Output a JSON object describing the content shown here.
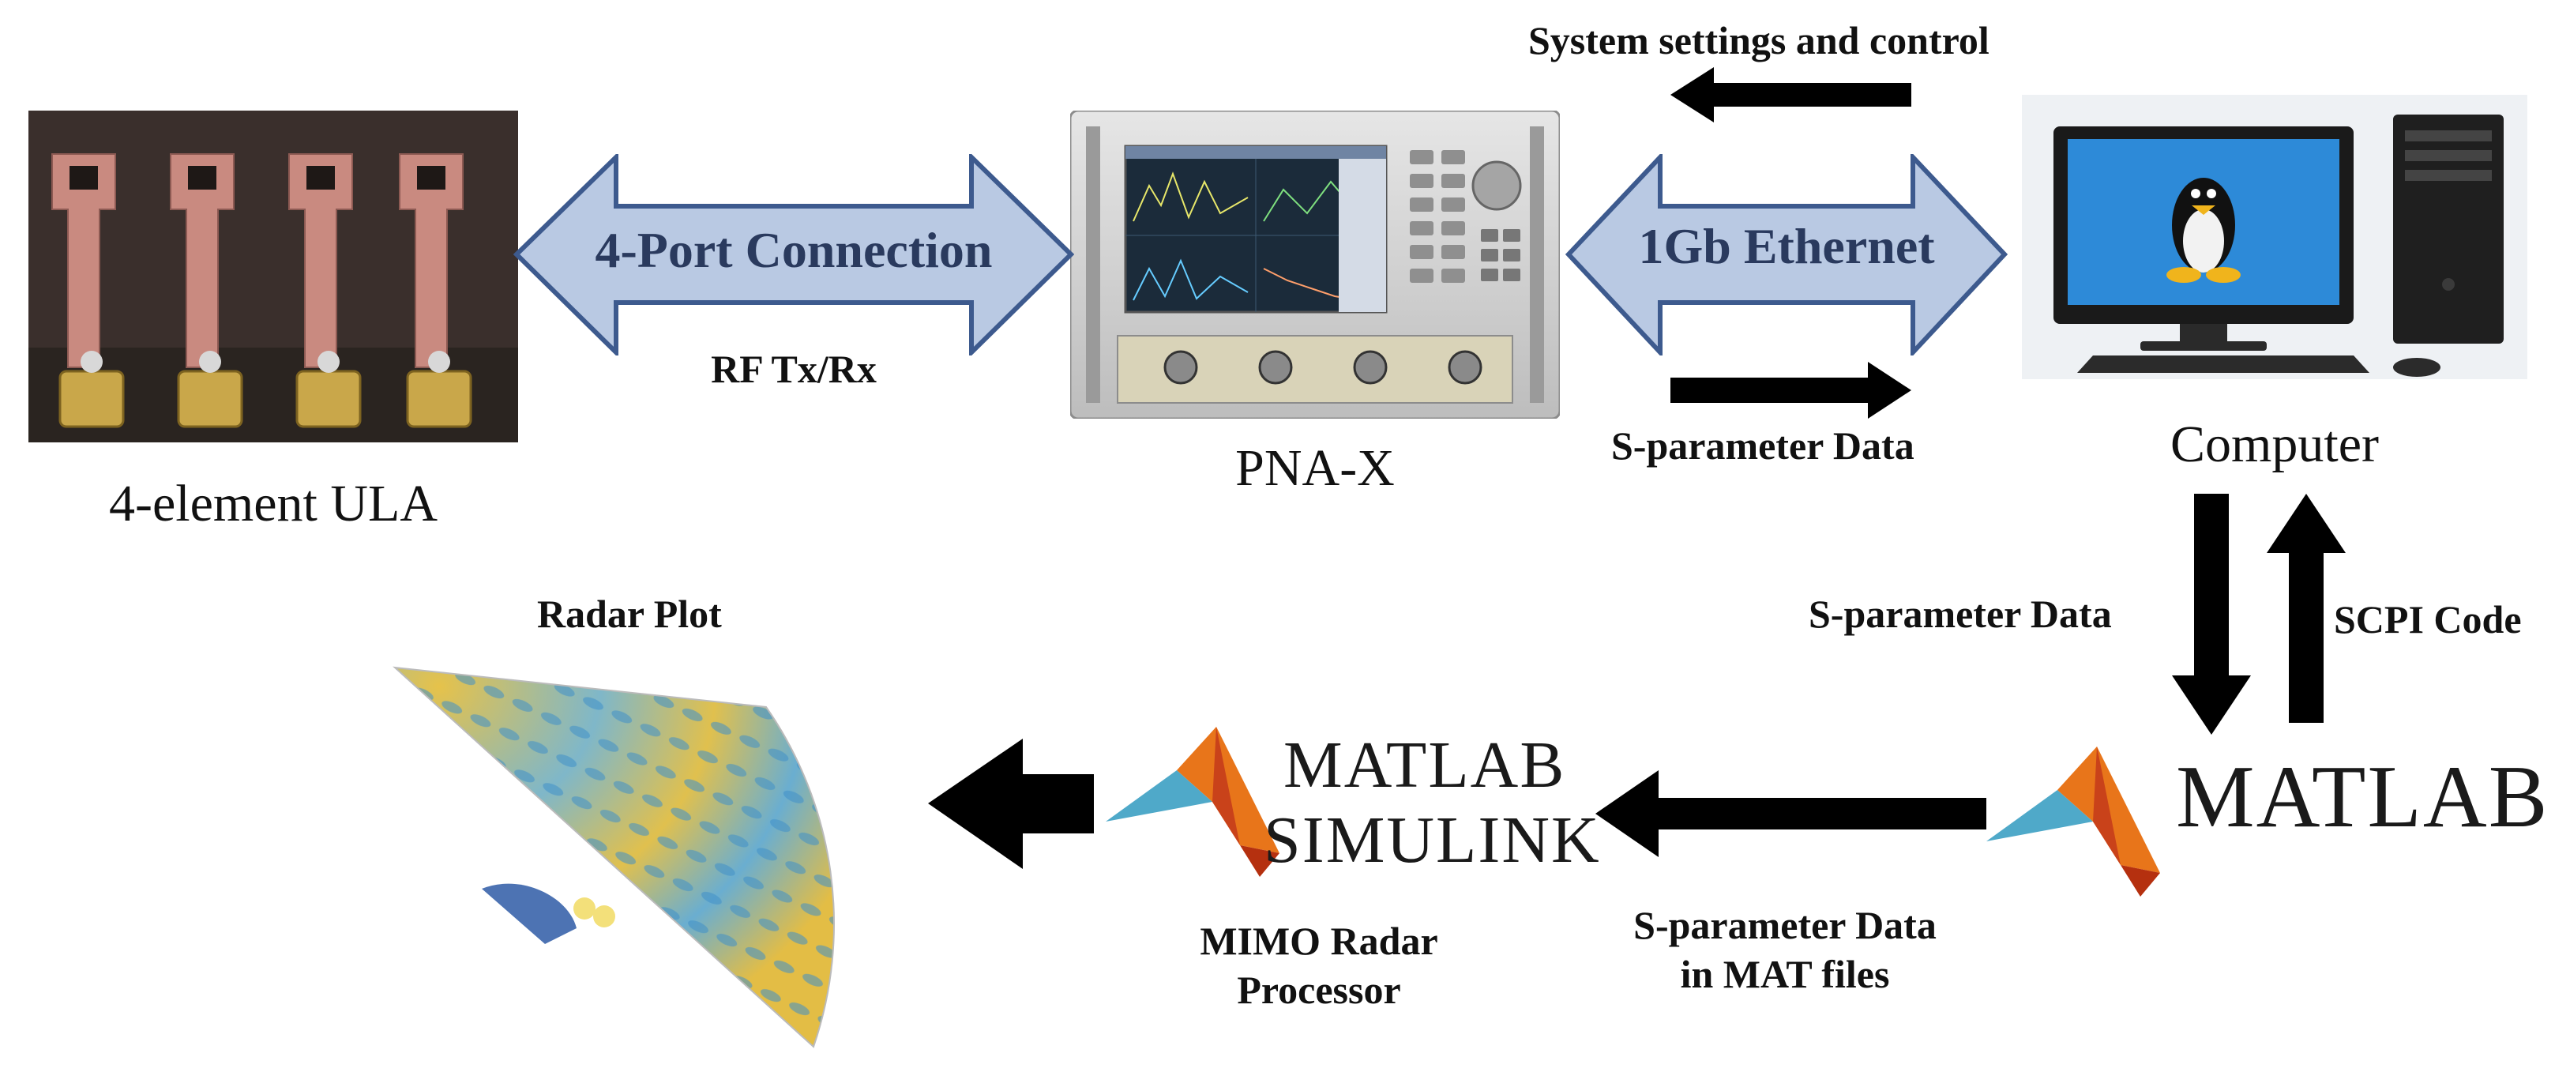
{
  "labels": {
    "ula": "4-element ULA",
    "pna": "PNA-X",
    "computer": "Computer",
    "port_conn": "4-Port Connection",
    "rf": "RF Tx/Rx",
    "ethernet": "1Gb Ethernet",
    "sys_settings": "System settings and control",
    "sparam_top": "S-parameter Data",
    "sparam_mid": "S-parameter Data",
    "scpi": "SCPI Code",
    "radar_plot": "Radar Plot",
    "mimo": [
      "MIMO Radar",
      "Processor"
    ],
    "sparam_mat": [
      "S-parameter Data",
      "in MAT files"
    ]
  },
  "logos": {
    "matlab_right": "MATLAB",
    "matlab_center": "MATLAB",
    "simulink_center": "SIMULINK"
  },
  "colors": {
    "arrow_fill": "#b9c9e3",
    "arrow_stroke": "#3d5a8e",
    "black_arrow": "#000000",
    "antenna_copper": "#c98a80",
    "screen_blue": "#2d8ad8"
  }
}
